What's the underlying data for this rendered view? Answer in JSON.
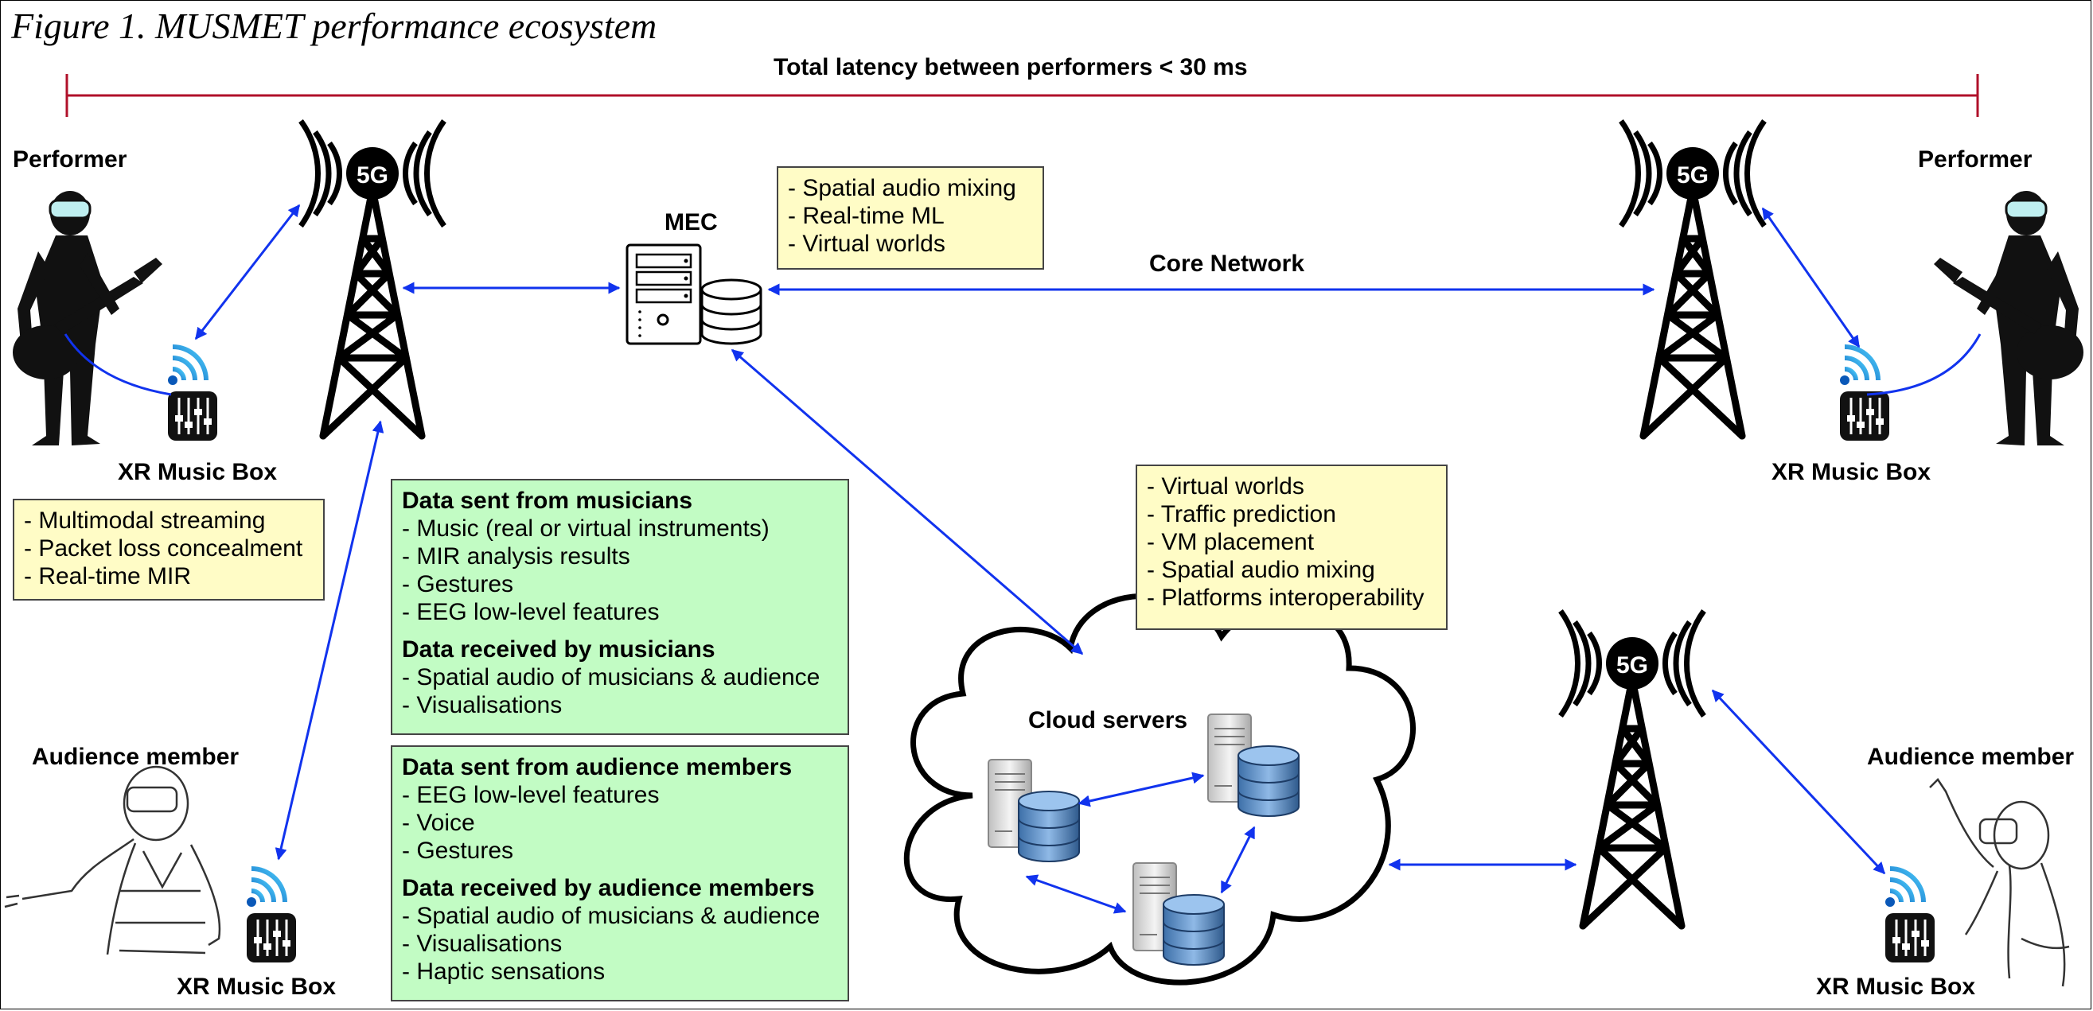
{
  "figure_title": "Figure 1. MUSMET performance ecosystem",
  "latency_label": "Total latency between performers < 30 ms",
  "labels": {
    "performer_left": "Performer",
    "performer_right": "Performer",
    "audience_left": "Audience member",
    "audience_right": "Audience member",
    "xr_box_top_left": "XR Music Box",
    "xr_box_top_right": "XR Music Box",
    "xr_box_bottom_left": "XR Music Box",
    "xr_box_bottom_right": "XR Music Box",
    "mec": "MEC",
    "core_network": "Core Network",
    "cloud_servers": "Cloud servers",
    "tower_badge_1": "5G",
    "tower_badge_2": "5G",
    "tower_badge_3": "5G"
  },
  "boxes": {
    "mec_features": [
      "- Spatial audio mixing",
      "- Real-time ML",
      "- Virtual worlds"
    ],
    "xr_features": [
      "- Multimodal streaming",
      "- Packet loss concealment",
      "- Real-time MIR"
    ],
    "cloud_features": [
      "- Virtual worlds",
      "- Traffic prediction",
      "- VM placement",
      "- Spatial audio mixing",
      "- Platforms interoperability"
    ],
    "musicians": {
      "sent_title": "Data sent from musicians",
      "sent": [
        "- Music (real or virtual instruments)",
        "- MIR analysis results",
        "- Gestures",
        "- EEG low-level features"
      ],
      "received_title": "Data received by musicians",
      "received": [
        "- Spatial audio of musicians & audience",
        "- Visualisations"
      ]
    },
    "audience": {
      "sent_title": "Data sent from audience members",
      "sent": [
        "- EEG low-level features",
        "- Voice",
        "- Gestures"
      ],
      "received_title": "Data received by audience members",
      "received": [
        "- Spatial audio of musicians & audience",
        "- Visualisations",
        "- Haptic sensations"
      ]
    }
  },
  "colors": {
    "latency_line": "#b0102a",
    "arrows": "#1133ee",
    "yellow_box": "#fffcc6",
    "green_box": "#c2fcc4"
  }
}
